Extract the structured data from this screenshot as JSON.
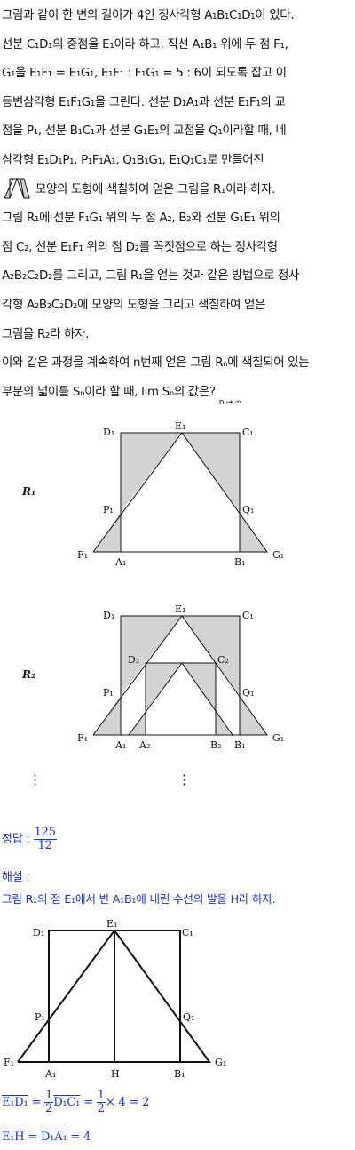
{
  "problem": {
    "lines": [
      "그림과 같이 한 변의 길이가 4인 정사각형 A₁B₁C₁D₁이 있다.",
      "선분 C₁D₁의 중점을 E₁이라 하고, 직선 A₁B₁ 위에 두 점 F₁,",
      "G₁을 E₁F₁ = E₁G₁, E₁F₁ : F₁G₁ = 5 : 6이 되도록 잡고 이",
      "등변삼각형 E₁F₁G₁을 그린다. 선분 D₁A₁과 선분 E₁F₁의 교",
      "점을 P₁, 선분 B₁C₁과 선분 G₁E₁의 교점을 Q₁이라할 때, 네",
      "삼각형 E₁D₁P₁, P₁F₁A₁, Q₁B₁G₁, E₁Q₁C₁로 만들어진",
      "모양의 도형에 색칠하여 얻은 그림을 R₁이라 하자.",
      "그림 R₁에 선분 F₁G₁ 위의 두 점 A₂, B₂와 선분 G₁E₁ 위의",
      "점 C₂, 선분 E₁F₁ 위의 점 D₂를 꼭짓점으로 하는 정사각형",
      "A₂B₂C₂D₂를 그리고, 그림 R₁을 얻는 것과 같은 방법으로 정사",
      "각형 A₂B₂C₂D₂에 모양의 도형을 그리고 색칠하여 얻은",
      "그림을 R₂라 하자.",
      "이와 같은 과정을 계속하여 n번째 얻은 그림 Rₙ에 색칠되어 있는",
      "부분의 넓이를 Sₙ이라 할 때, lim Sₙ의 값은?"
    ],
    "lim_sub": "n → ∞"
  },
  "figure_r1": {
    "label": "R₁",
    "points": {
      "D1": "D₁",
      "E1": "E₁",
      "C1": "C₁",
      "P1": "P₁",
      "Q1": "Q₁",
      "F1": "F₁",
      "A1": "A₁",
      "B1": "B₁",
      "G1": "G₁"
    }
  },
  "figure_r2": {
    "label": "R₂",
    "points": {
      "D1": "D₁",
      "E1": "E₁",
      "C1": "C₁",
      "D2": "D₂",
      "C2": "C₂",
      "P1": "P₁",
      "Q1": "Q₁",
      "F1": "F₁",
      "A1": "A₁",
      "A2": "A₂",
      "B2": "B₂",
      "B1": "B₁",
      "G1": "G₁"
    },
    "ellipsis": "⋮"
  },
  "solution": {
    "answer_label": "정답 :",
    "answer_num": "125",
    "answer_den": "12",
    "explain_label": "해설 :",
    "line1": "그림 R₁의 점 E₁에서 변 A₁B₁에 내린 수선의 발을 H라 하자.",
    "figure_points": {
      "D1": "D₁",
      "E1": "E₁",
      "C1": "C₁",
      "P1": "P₁",
      "Q1": "Q₁",
      "F1": "F₁",
      "A1": "A₁",
      "H": "H",
      "B1": "B₁",
      "G1": "G₁"
    },
    "eq1_lhs": "E₁D₁",
    "eq1_eq": "=",
    "eq1_f1_num": "1",
    "eq1_f1_den": "2",
    "eq1_seg": "D₁C₁",
    "eq1_f2_num": "1",
    "eq1_f2_den": "2",
    "eq1_tail": "× 4 = 2",
    "eq2_lhs": "E₁H",
    "eq2_seg": "D₁A₁",
    "eq2_tail": "= 4"
  }
}
